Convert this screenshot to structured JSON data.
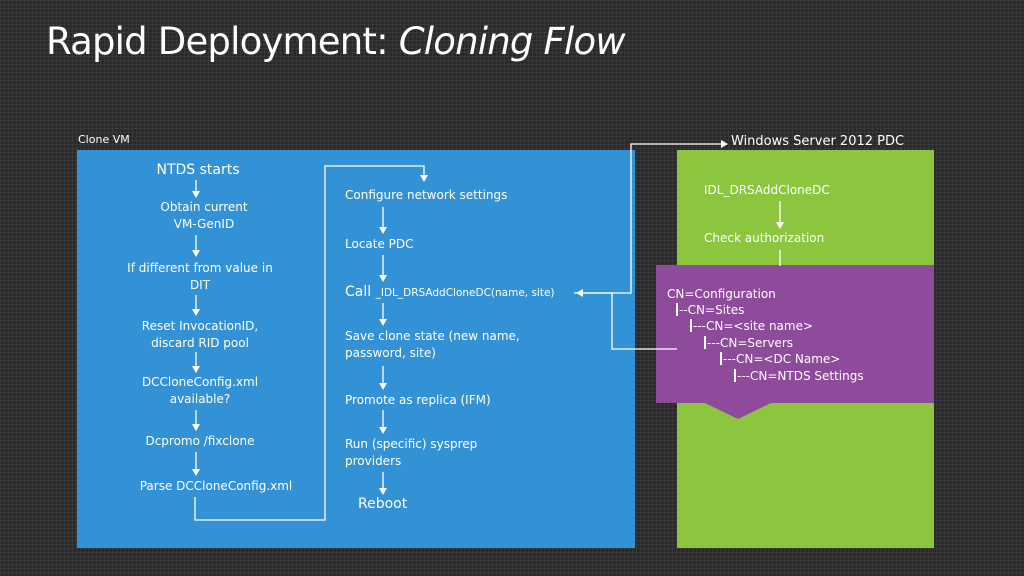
{
  "title": {
    "main": "Rapid Deployment: ",
    "italic": "Cloning Flow"
  },
  "clone_vm_label": "Clone VM",
  "server_label": "Windows Server 2012 PDC",
  "left_steps": [
    "NTDS starts",
    "Obtain current\nVM-GenID",
    "If different from value in\nDIT",
    "Reset InvocationID,\ndiscard RID pool",
    "DCCloneConfig.xml\navailable?",
    "Dcpromo /fixclone",
    "Parse DCCloneConfig.xml"
  ],
  "right_steps": {
    "configure": "Configure network settings",
    "locate": "Locate PDC",
    "call_prefix": "Call ",
    "call_func": "_IDL_DRSAddCloneDC(name, site)",
    "save": "Save clone state (new name,\npassword, site)",
    "promote": "Promote as replica (IFM)",
    "sysprep": "Run (specific) sysprep\nproviders",
    "reboot": "Reboot"
  },
  "green_steps": {
    "idl": "IDL_DRSAddCloneDC",
    "check": "Check authorization"
  },
  "tree": [
    "CN=Configuration",
    "--CN=Sites",
    "---CN=<site name>",
    "---CN=Servers",
    "---CN=<DC Name>",
    "---CN=NTDS Settings"
  ],
  "colors": {
    "blue": "#3392d6",
    "green": "#8cc63f",
    "purple": "#8e4b9b"
  }
}
